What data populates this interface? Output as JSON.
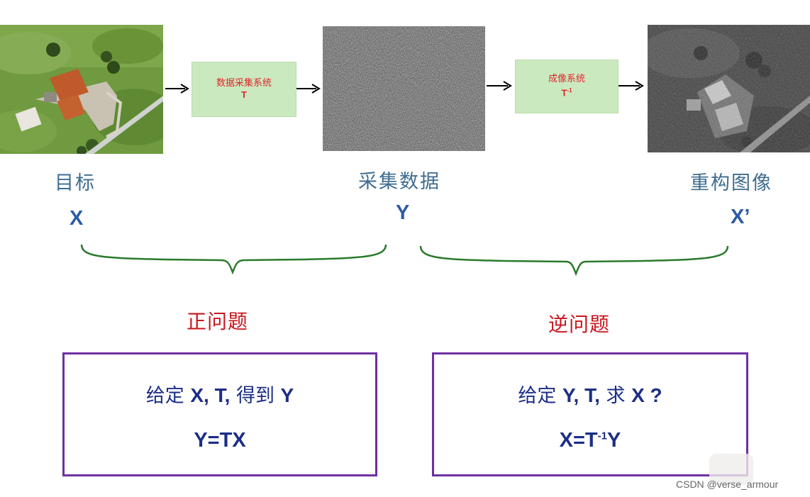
{
  "pipeline": {
    "acquisition_system": {
      "label": "数据采集系统",
      "symbol": "T"
    },
    "imaging_system": {
      "label": "成像系统",
      "symbol": "T",
      "exponent": "-1"
    }
  },
  "captions": {
    "target": "目标",
    "collected_data": "采集数据",
    "reconstructed_image": "重构图像"
  },
  "variables": {
    "x": "X",
    "y": "Y",
    "x_prime": "X’"
  },
  "forward": {
    "title": "正问题",
    "given_prefix": "给定",
    "given_vars": "X, T,",
    "given_mid": "得到",
    "given_result": "Y",
    "equation": "Y=TX"
  },
  "inverse": {
    "title": "逆问题",
    "given_prefix": "给定",
    "given_vars": "Y, T,",
    "given_mid": "求",
    "given_result": "X ?",
    "eq_left": "X=T",
    "eq_exp": "-1",
    "eq_right": "Y"
  },
  "watermark": "CSDN @verse_armour",
  "colors": {
    "system_box_fill": "#cbe9bf",
    "system_text": "#e0262a",
    "caption": "#3f6d8f",
    "variable": "#2c5ba8",
    "brace": "#2b7a2b",
    "problem_title": "#c8161d",
    "formula_border": "#7030a0",
    "formula_text": "#1c2e86"
  }
}
